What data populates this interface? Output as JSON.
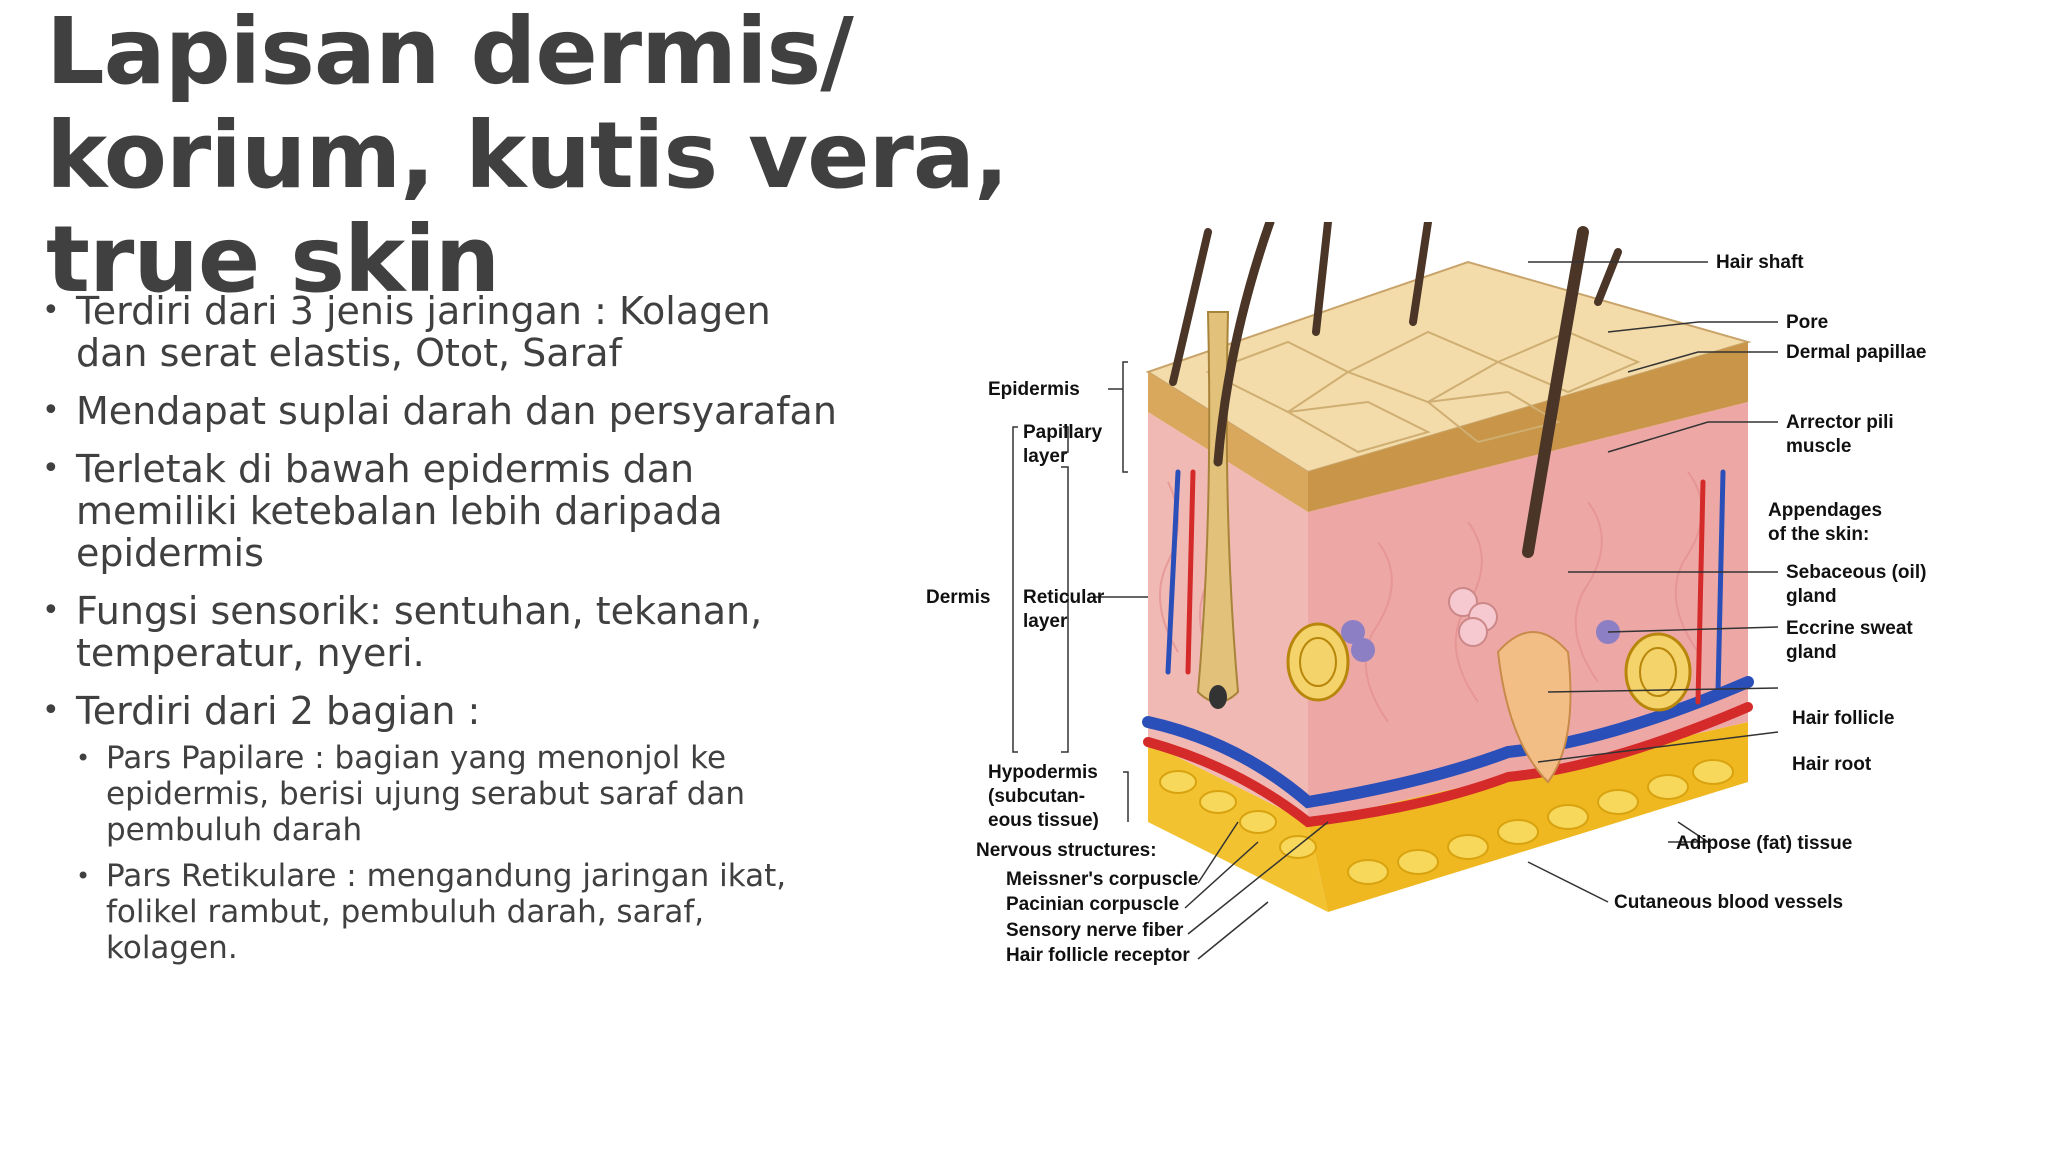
{
  "title": {
    "line1": "Lapisan dermis/",
    "line2": "korium, kutis vera,",
    "line3": "true skin"
  },
  "bullets": [
    "Terdiri dari 3 jenis jaringan : Kolagen dan serat elastis, Otot, Saraf",
    "Mendapat suplai darah dan persyarafan",
    "Terletak di bawah epidermis dan memiliki ketebalan lebih daripada epidermis",
    "Fungsi sensorik: sentuhan, tekanan, temperatur, nyeri.",
    "Terdiri dari 2 bagian :"
  ],
  "sub_bullets": [
    "Pars Papilare : bagian yang menonjol ke epidermis, berisi ujung serabut saraf dan pembuluh darah",
    "Pars Retikulare : mengandung jaringan ikat, folikel rambut, pembuluh darah, saraf, kolagen."
  ],
  "diagram": {
    "left_labels": {
      "epidermis": "Epidermis",
      "papillary_1": "Papillary",
      "papillary_2": "layer",
      "dermis": "Dermis",
      "reticular_1": "Reticular",
      "reticular_2": "layer",
      "hypodermis_1": "Hypodermis",
      "hypodermis_2": "(subcutan-",
      "hypodermis_3": "eous tissue)",
      "nervous": "Nervous structures:",
      "meissner": "Meissner's corpuscle",
      "pacinian": "Pacinian corpuscle",
      "sensory": "Sensory nerve fiber",
      "hair_receptor": "Hair follicle receptor"
    },
    "right_labels": {
      "hair_shaft": "Hair shaft",
      "pore": "Pore",
      "dermal_papillae": "Dermal papillae",
      "arrector_1": "Arrector pili",
      "arrector_2": "muscle",
      "appendages_1": "Appendages",
      "appendages_2": "of the skin:",
      "sebaceous_1": "Sebaceous (oil)",
      "sebaceous_2": "gland",
      "eccrine_1": "Eccrine sweat",
      "eccrine_2": "gland",
      "hair_follicle": "Hair follicle",
      "hair_root": "Hair root",
      "adipose": "Adipose (fat) tissue",
      "blood_vessels": "Cutaneous blood vessels"
    },
    "colors": {
      "epidermis": "#e8c98a",
      "dermis": "#f1b9b4",
      "fat": "#f2c230",
      "artery": "#d42a2a",
      "vein": "#2b4fb8",
      "hair": "#4a3526"
    }
  }
}
